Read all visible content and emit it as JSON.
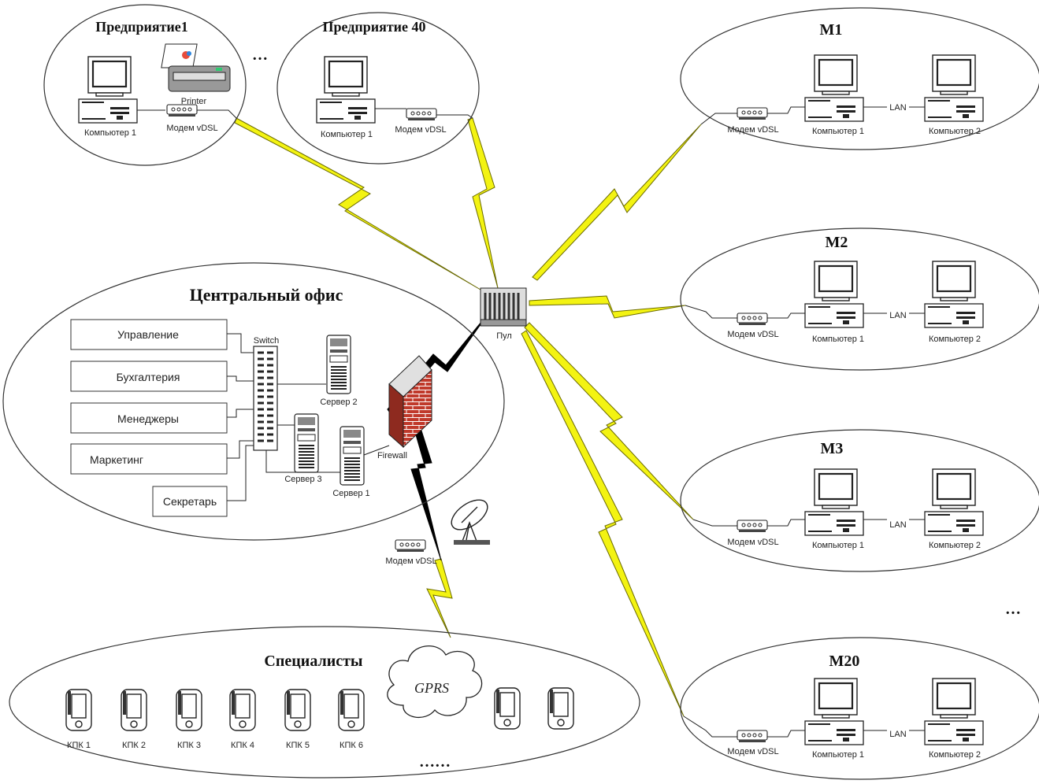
{
  "enterprises": [
    {
      "title": "Предприятие1",
      "computer": "Компьютер 1",
      "modem": "Модем vDSL",
      "printer": "Printer"
    },
    {
      "title": "Предприятие 40",
      "computer": "Компьютер 1",
      "modem": "Модем vDSL"
    }
  ],
  "enterprise_ellipsis": "…",
  "hub_label": "Пул",
  "branches": [
    {
      "title": "M1",
      "modem": "Модем vDSL",
      "computer1": "Компьютер 1",
      "computer2": "Компьютер 2",
      "lan": "LAN"
    },
    {
      "title": "M2",
      "modem": "Модем vDSL",
      "computer1": "Компьютер 1",
      "computer2": "Компьютер 2",
      "lan": "LAN"
    },
    {
      "title": "M3",
      "modem": "Модем vDSL",
      "computer1": "Компьютер 1",
      "computer2": "Компьютер 2",
      "lan": "LAN"
    },
    {
      "title": "M20",
      "modem": "Модем vDSL",
      "computer1": "Компьютер 1",
      "computer2": "Компьютер 2",
      "lan": "LAN"
    }
  ],
  "branch_ellipsis": "…",
  "central_office": {
    "title": "Центральный офис",
    "departments": [
      "Управление",
      "Бухгалтерия",
      "Менеджеры",
      "Маркетинг",
      "Секретарь"
    ],
    "switch_label": "Switch",
    "server1": "Сервер 1",
    "server2": "Сервер 2",
    "server3": "Сервер 3",
    "firewall": "Firewall"
  },
  "uplink_modem": "Модем vDSL",
  "specialists": {
    "title": "Специалисты",
    "cloud": "GPRS",
    "pdas": [
      "КПК 1",
      "КПК 2",
      "КПК 3",
      "КПК 4",
      "КПК 5",
      "КПК 6"
    ],
    "ellipsis": "……"
  }
}
